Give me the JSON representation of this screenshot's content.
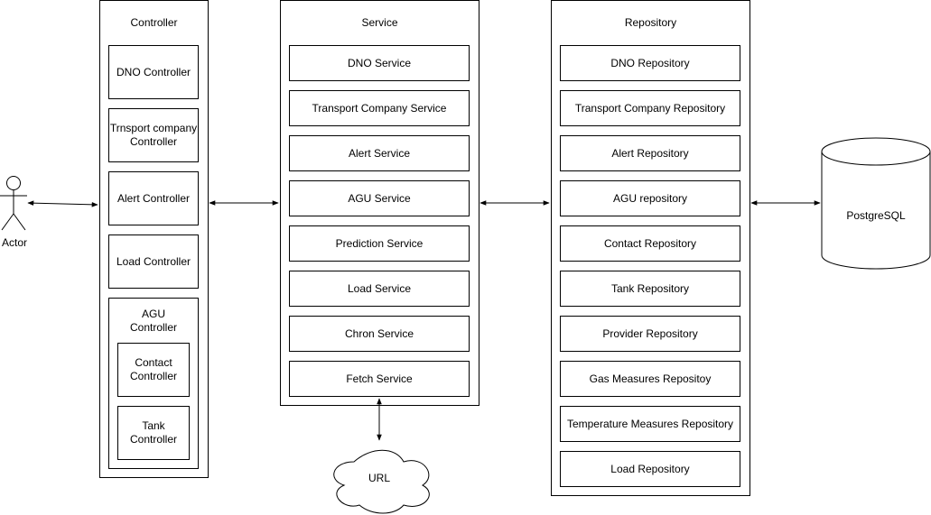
{
  "actor": {
    "label": "Actor"
  },
  "controller": {
    "title": "Controller",
    "items": [
      "DNO Controller",
      "Trnsport company Controller",
      "Alert Controller",
      "Load Controller"
    ],
    "agu": {
      "label": "AGU Controller",
      "children": [
        "Contact Controller",
        "Tank Controller"
      ]
    }
  },
  "service": {
    "title": "Service",
    "items": [
      "DNO Service",
      "Transport Company Service",
      "Alert Service",
      "AGU Service",
      "Prediction Service",
      "Load Service",
      "Chron Service",
      "Fetch Service"
    ]
  },
  "repository": {
    "title": "Repository",
    "items": [
      "DNO Repository",
      "Transport Company Repository",
      "Alert Repository",
      "AGU repository",
      "Contact Repository",
      "Tank Repository",
      "Provider Repository",
      "Gas Measures Repositoy",
      "Temperature Measures Repository",
      "Load Repository"
    ]
  },
  "database": {
    "label": "PostgreSQL"
  },
  "cloud": {
    "label": "URL"
  }
}
